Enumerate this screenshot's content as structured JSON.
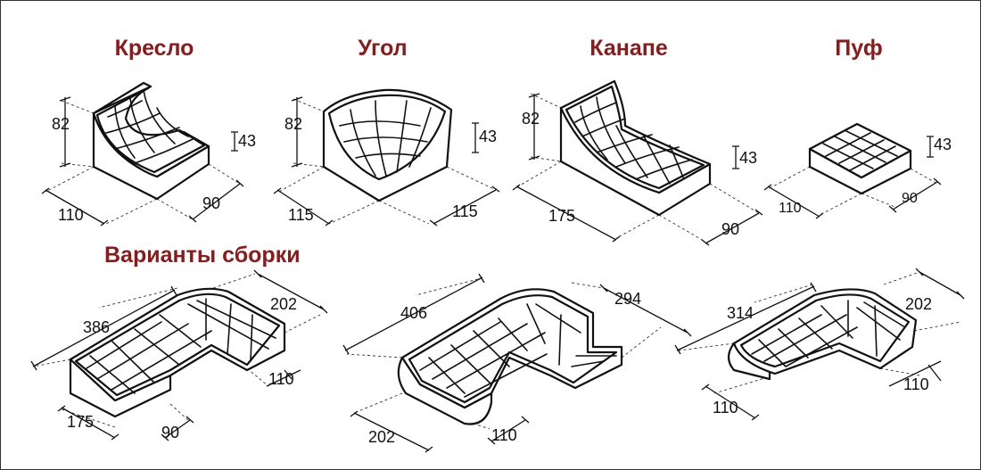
{
  "headings": {
    "armchair": "Кресло",
    "corner": "Угол",
    "chaise": "Канапе",
    "pouf": "Пуф",
    "assembly": "Варианты сборки"
  },
  "modules": {
    "armchair": {
      "height": "82",
      "seat_height": "43",
      "width": "110",
      "depth": "90"
    },
    "corner": {
      "height": "82",
      "seat_height": "43",
      "width": "115",
      "depth": "115"
    },
    "chaise": {
      "height": "82",
      "seat_height": "43",
      "length": "175",
      "depth": "90"
    },
    "pouf": {
      "seat_height": "43",
      "width": "110",
      "depth": "90"
    }
  },
  "assemblies": {
    "a": {
      "length": "386",
      "side": "202",
      "side_depth": "110",
      "end_length": "175",
      "end_depth": "90"
    },
    "b": {
      "length": "406",
      "side": "294",
      "end_length": "202",
      "end_depth": "110"
    },
    "c": {
      "length": "314",
      "side": "202",
      "side_depth": "110",
      "end_depth": "110"
    }
  },
  "colors": {
    "heading": "#8b1a1a",
    "line": "#111111",
    "frame": "#333333"
  }
}
